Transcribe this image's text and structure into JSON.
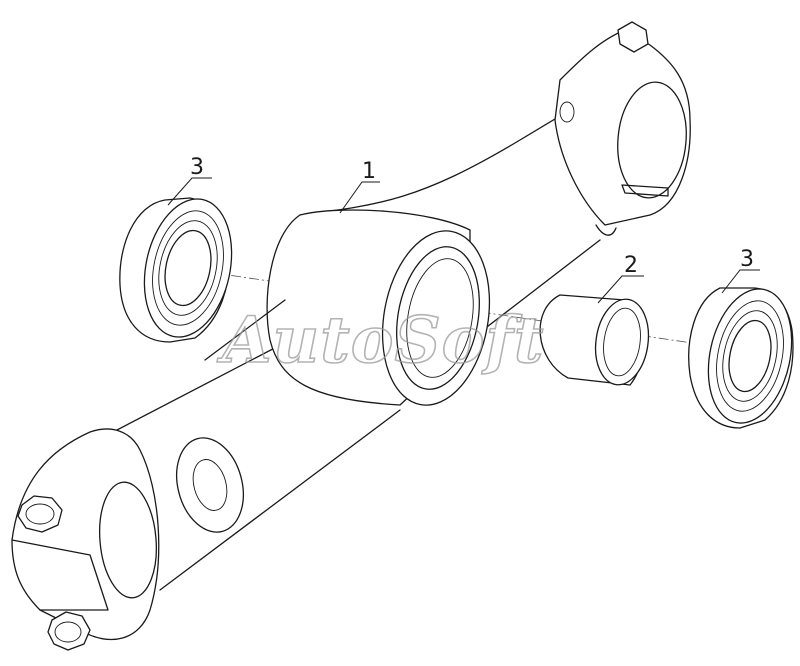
{
  "callouts": {
    "bearing_left": "3",
    "arm": "1",
    "sleeve": "2",
    "bearing_right": "3"
  },
  "watermark": "AutoSoft"
}
